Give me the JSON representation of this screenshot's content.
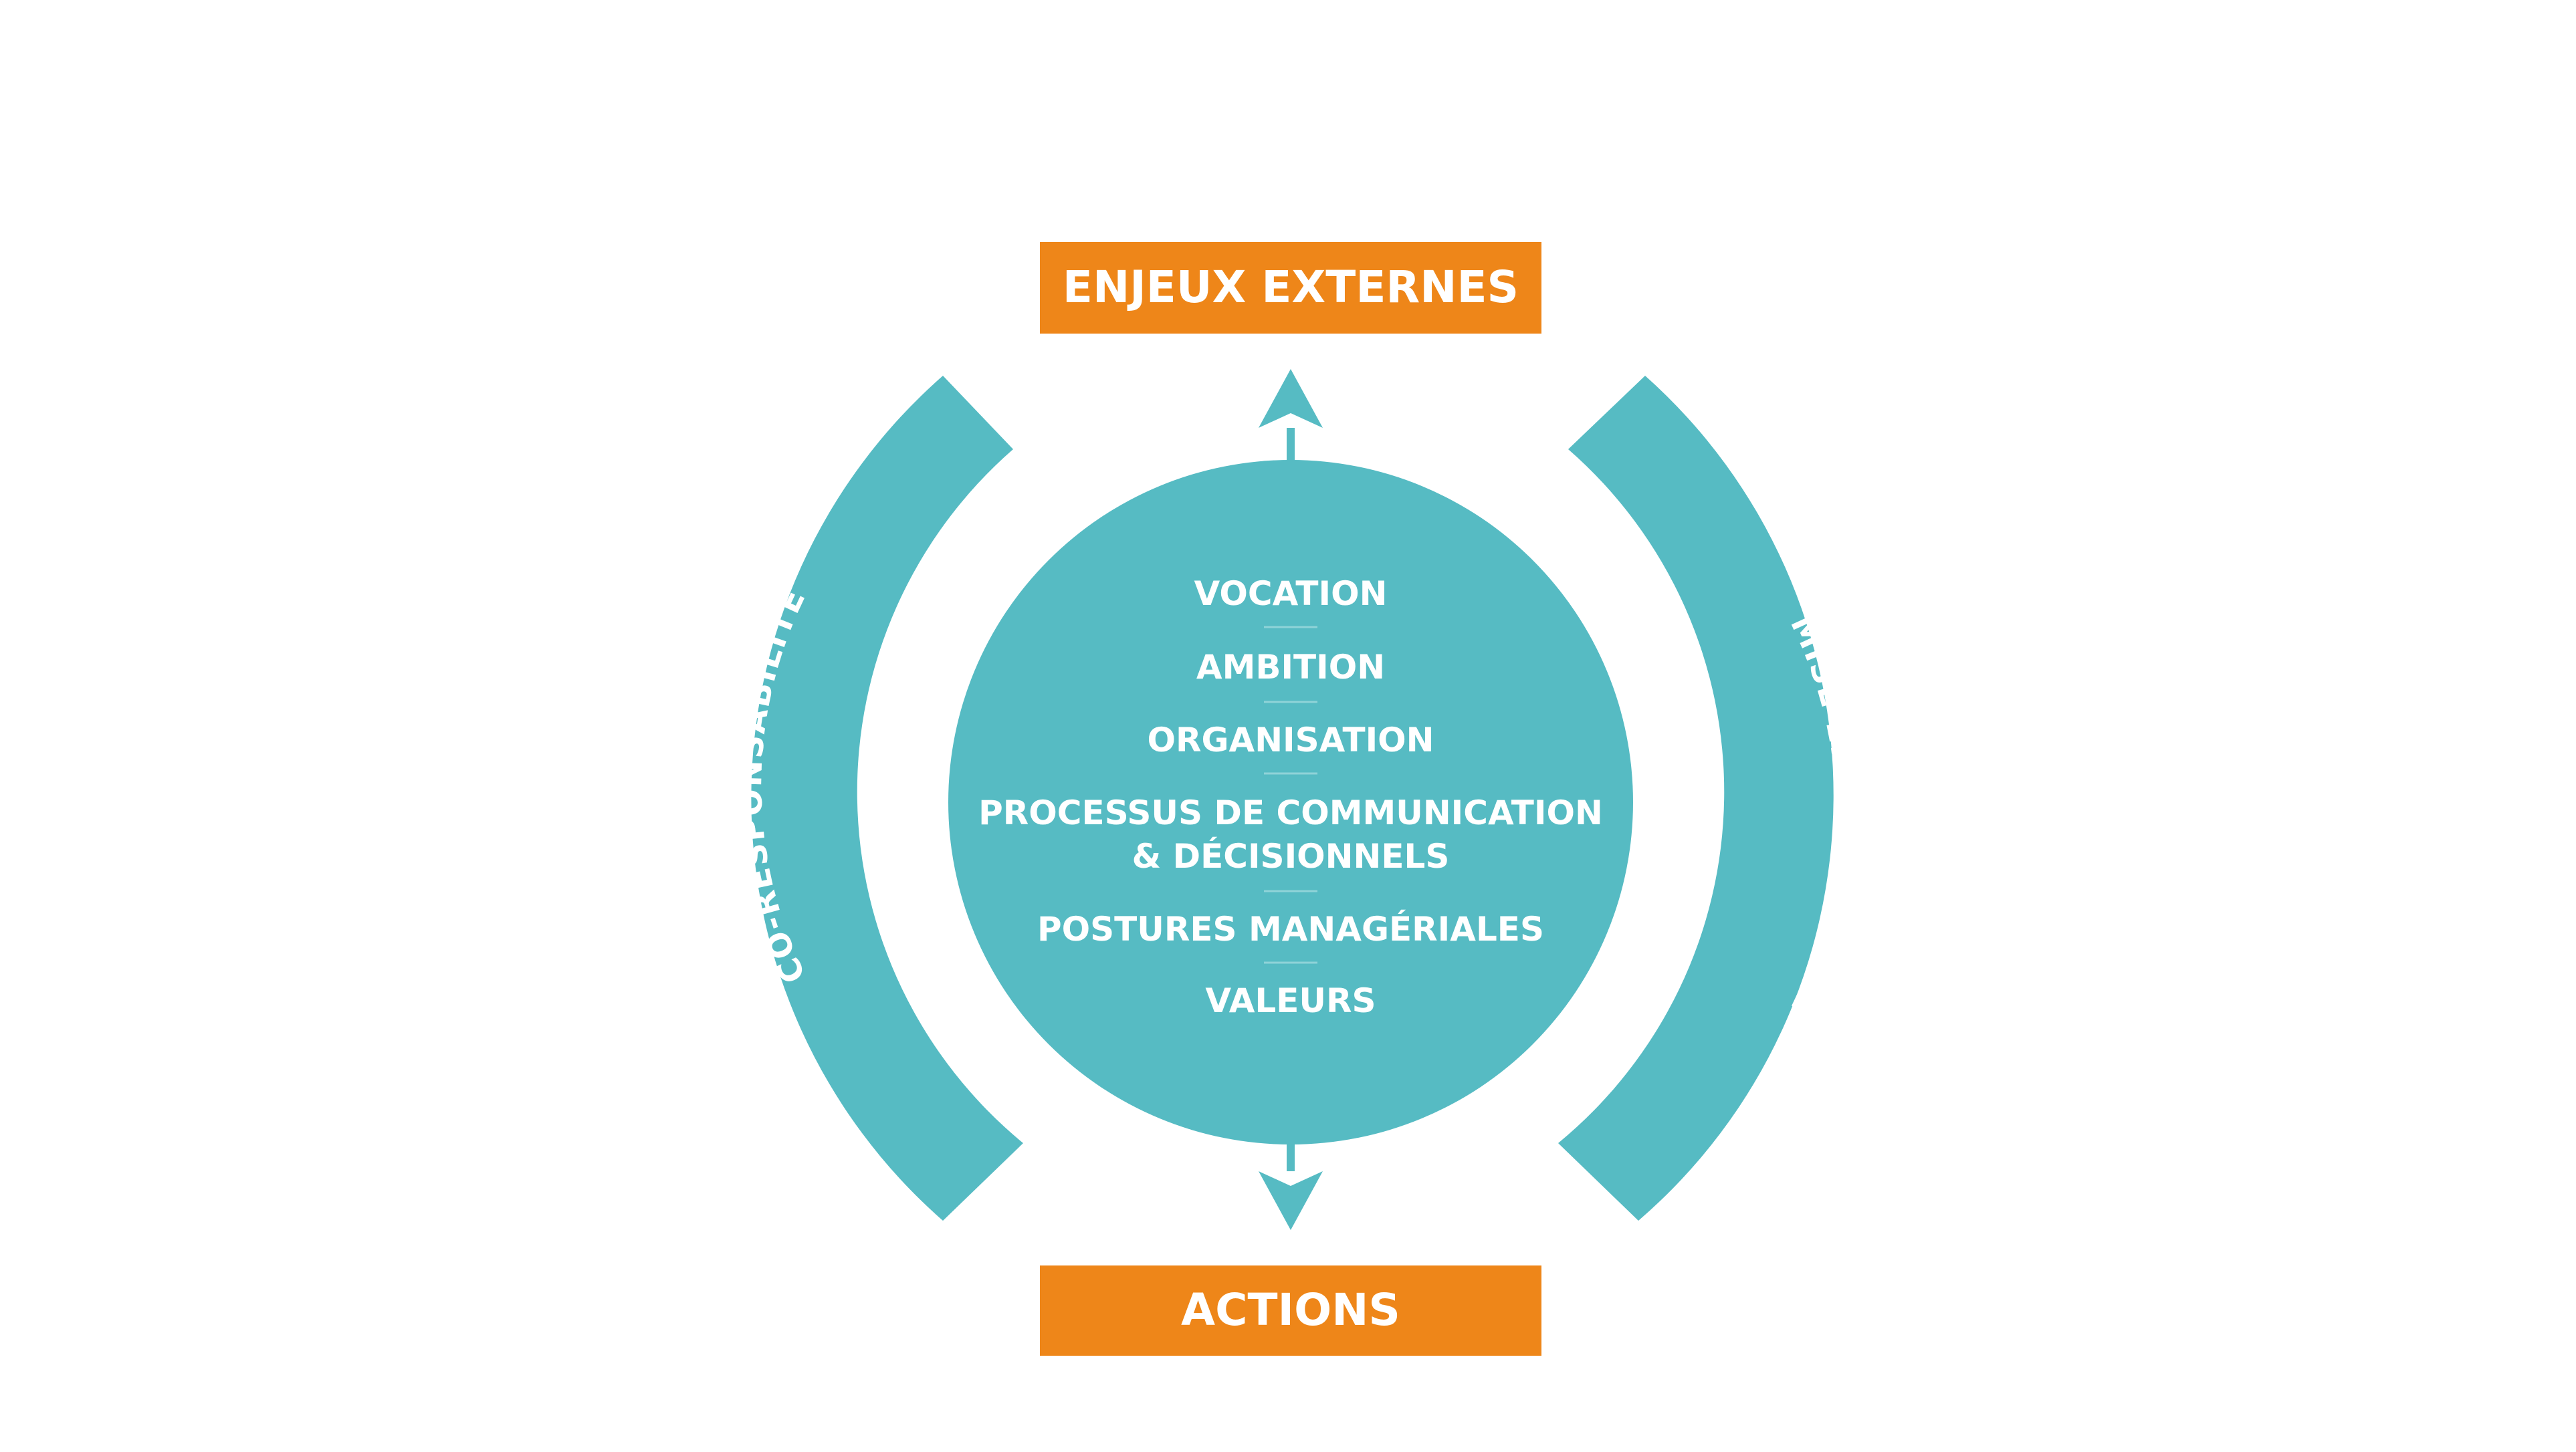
{
  "colors": {
    "teal": "#56BBC3",
    "orange": "#EE8619",
    "text": "#FFFFFF",
    "background": "#FFFFFF",
    "divider": "#8FD3D8"
  },
  "top_box": {
    "label": "ENJEUX EXTERNES"
  },
  "bottom_box": {
    "label": "ACTIONS"
  },
  "core": {
    "items": [
      "VOCATION",
      "AMBITION",
      "ORGANISATION",
      "PROCESSUS DE COMMUNICATION",
      "& DÉCISIONNELS",
      "POSTURES MANAGÉRIALES",
      "VALEURS"
    ]
  },
  "left_arc": {
    "label": "CO-RESPONSABILITÉ"
  },
  "right_arc": {
    "label": "MISE EN COHÉRENCE"
  }
}
